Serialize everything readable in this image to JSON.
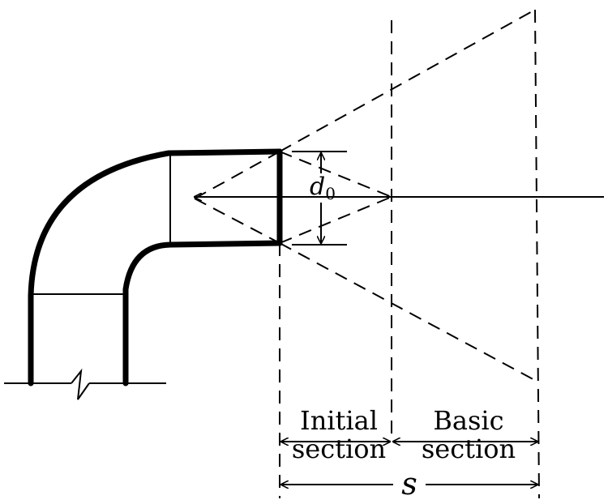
{
  "labels": {
    "diameter_var": "d",
    "diameter_sub": "0",
    "initial_line1": "Initial",
    "initial_line2": "section",
    "basic_line1": "Basic",
    "basic_line2": "section",
    "distance": "s"
  },
  "colors": {
    "stroke": "#000000",
    "background": "#ffffff"
  }
}
